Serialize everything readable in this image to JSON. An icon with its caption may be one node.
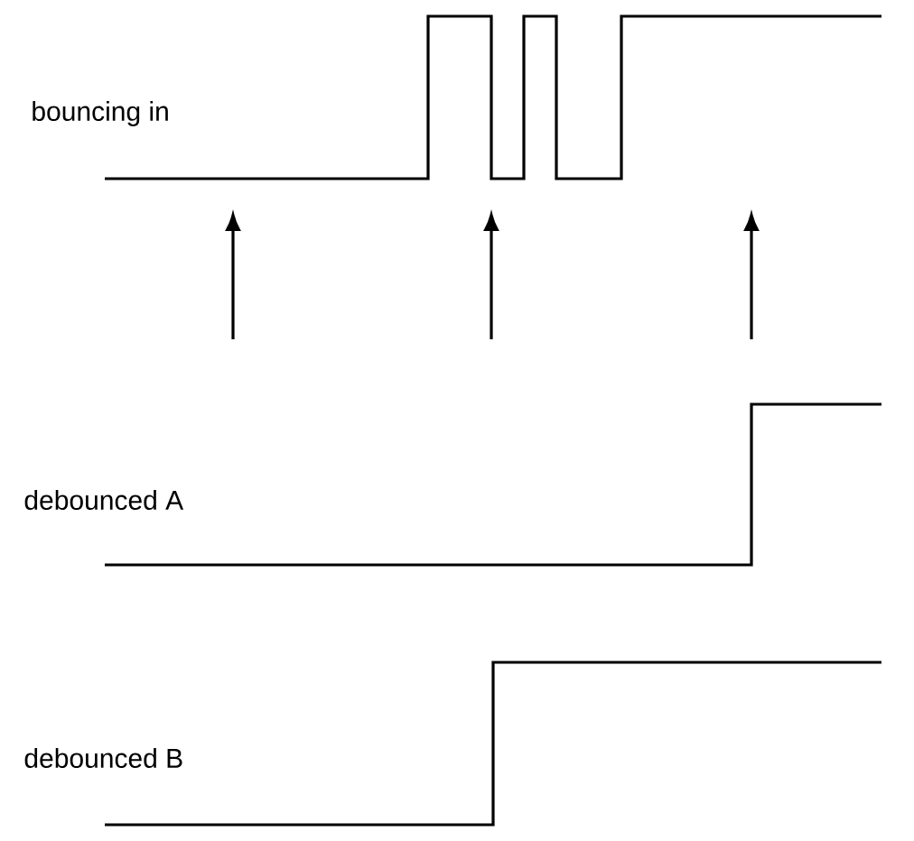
{
  "diagram": {
    "labels": [
      "bouncing in",
      "debounced A",
      "debounced B"
    ]
  }
}
